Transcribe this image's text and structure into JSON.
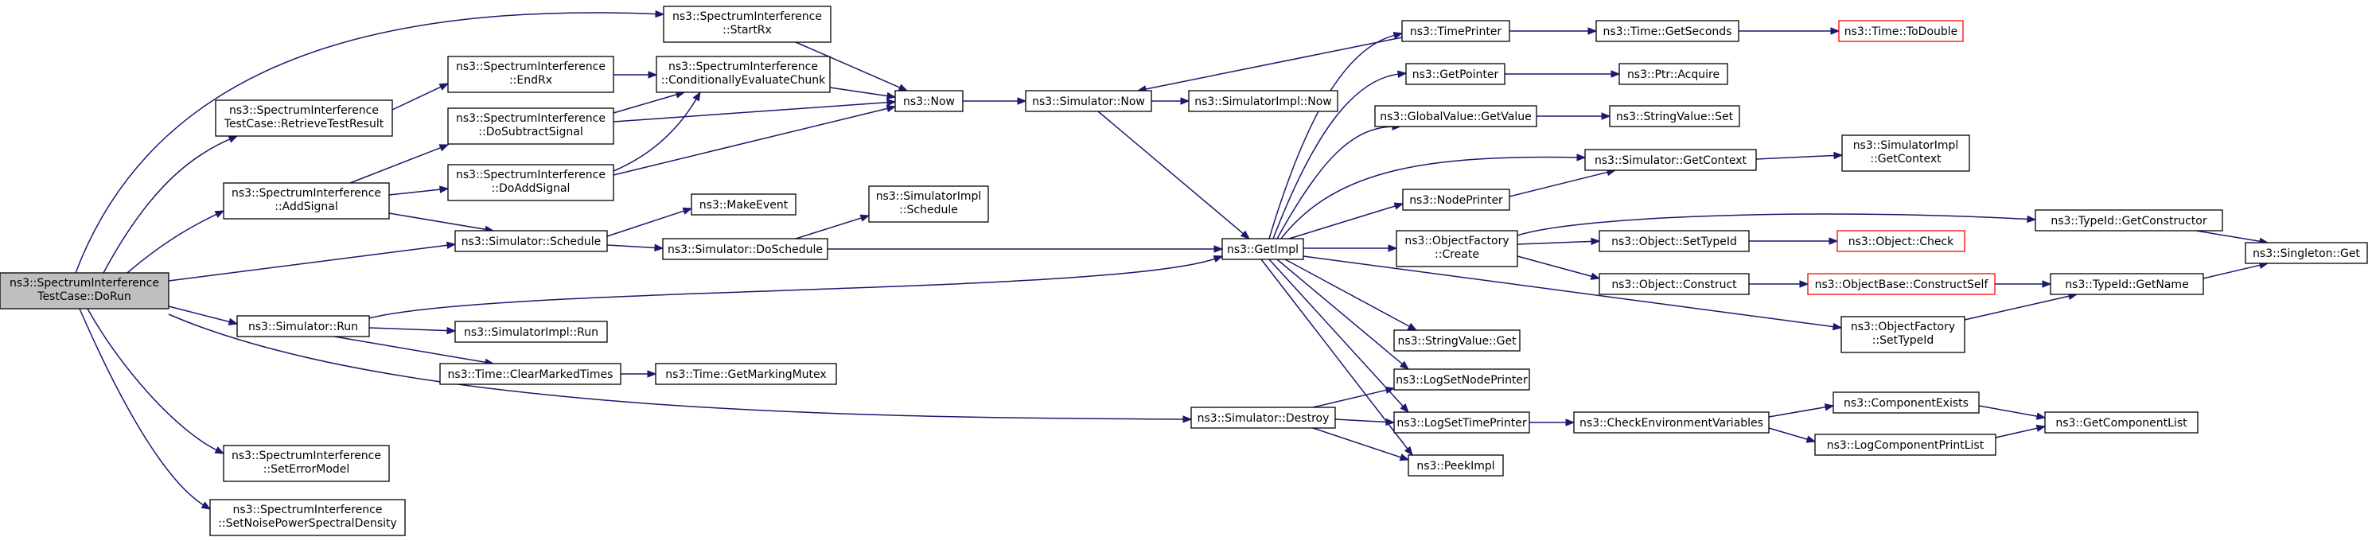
{
  "nodes": {
    "dorun": [
      "ns3::SpectrumInterference",
      "TestCase::DoRun"
    ],
    "startrx": [
      "ns3::SpectrumInterference",
      "::StartRx"
    ],
    "endrx": [
      "ns3::SpectrumInterference",
      "::EndRx"
    ],
    "retrieve": [
      "ns3::SpectrumInterference",
      "TestCase::RetrieveTestResult"
    ],
    "condeval": [
      "ns3::SpectrumInterference",
      "::ConditionallyEvaluateChunk"
    ],
    "dosubtract": [
      "ns3::SpectrumInterference",
      "::DoSubtractSignal"
    ],
    "addsignal": [
      "ns3::SpectrumInterference",
      "::AddSignal"
    ],
    "doadd": [
      "ns3::SpectrumInterference",
      "::DoAddSignal"
    ],
    "now": [
      "ns3::Now"
    ],
    "simnow": [
      "ns3::Simulator::Now"
    ],
    "simimplnow": [
      "ns3::SimulatorImpl::Now"
    ],
    "makeevent": [
      "ns3::MakeEvent"
    ],
    "schedule": [
      "ns3::Simulator::Schedule"
    ],
    "implschedule": [
      "ns3::SimulatorImpl",
      "::Schedule"
    ],
    "doschedule": [
      "ns3::Simulator::DoSchedule"
    ],
    "run": [
      "ns3::Simulator::Run"
    ],
    "implrun": [
      "ns3::SimulatorImpl::Run"
    ],
    "clearmarked": [
      "ns3::Time::ClearMarkedTimes"
    ],
    "getmarking": [
      "ns3::Time::GetMarkingMutex"
    ],
    "seterror": [
      "ns3::SpectrumInterference",
      "::SetErrorModel"
    ],
    "setnoise": [
      "ns3::SpectrumInterference",
      "::SetNoisePowerSpectralDensity"
    ],
    "destroy": [
      "ns3::Simulator::Destroy"
    ],
    "getimpl": [
      "ns3::GetImpl"
    ],
    "timeprinter": [
      "ns3::TimePrinter"
    ],
    "getseconds": [
      "ns3::Time::GetSeconds"
    ],
    "todouble": [
      "ns3::Time::ToDouble"
    ],
    "getpointer": [
      "ns3::GetPointer"
    ],
    "ptracquire": [
      "ns3::Ptr::Acquire"
    ],
    "gvgetvalue": [
      "ns3::GlobalValue::GetValue"
    ],
    "svset": [
      "ns3::StringValue::Set"
    ],
    "getcontext": [
      "ns3::Simulator::GetContext"
    ],
    "implgetcontext": [
      "ns3::SimulatorImpl",
      "::GetContext"
    ],
    "nodeprinter": [
      "ns3::NodePrinter"
    ],
    "ofcreate": [
      "ns3::ObjectFactory",
      "::Create"
    ],
    "getconstructor": [
      "ns3::TypeId::GetConstructor"
    ],
    "singletonget": [
      "ns3::Singleton::Get"
    ],
    "settypeid": [
      "ns3::Object::SetTypeId"
    ],
    "objcheck": [
      "ns3::Object::Check"
    ],
    "objconstruct": [
      "ns3::Object::Construct"
    ],
    "constructself": [
      "ns3::ObjectBase::ConstructSelf"
    ],
    "getname": [
      "ns3::TypeId::GetName"
    ],
    "ofsettypeid": [
      "ns3::ObjectFactory",
      "::SetTypeId"
    ],
    "svget": [
      "ns3::StringValue::Get"
    ],
    "lognodeprinter": [
      "ns3::LogSetNodePrinter"
    ],
    "logtimeprinter": [
      "ns3::LogSetTimePrinter"
    ],
    "checkenv": [
      "ns3::CheckEnvironmentVariables"
    ],
    "compexists": [
      "ns3::ComponentExists"
    ],
    "getcomplist": [
      "ns3::GetComponentList"
    ],
    "logcompprint": [
      "ns3::LogComponentPrintList"
    ],
    "peekimpl": [
      "ns3::PeekImpl"
    ]
  },
  "colors": {
    "edge": "#191970",
    "root_fill": "#bfbfbf",
    "truncated_border": "#ff0000"
  }
}
